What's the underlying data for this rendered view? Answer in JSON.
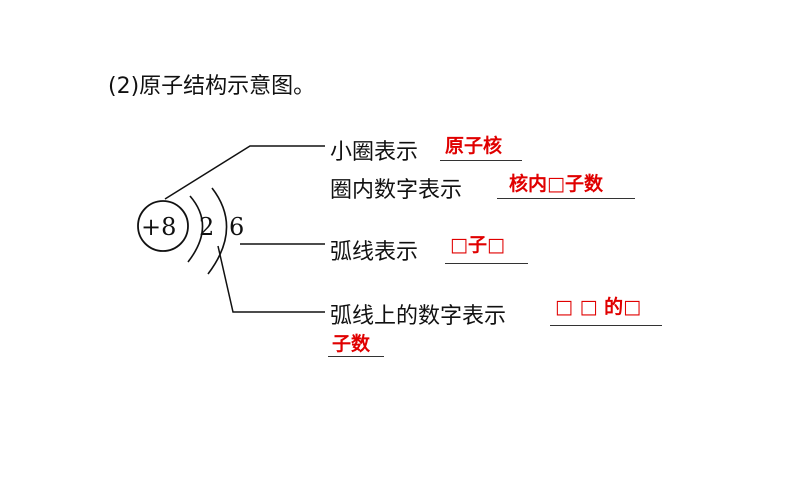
{
  "heading": "(2)原子结构示意图。",
  "diagram": {
    "nucleus": "+8",
    "shells": [
      "2",
      "6"
    ]
  },
  "rows": [
    {
      "label": "小圈表示",
      "answer": "原子核"
    },
    {
      "label": "圈内数字表示",
      "answer": "核内□子数"
    },
    {
      "label": "弧线表示",
      "answer": "□子□"
    },
    {
      "label": "弧线上的数字表示",
      "answer_line1": "□ □ 的□",
      "answer_line2": "子数"
    }
  ],
  "colors": {
    "answer": "#e00000",
    "text": "#111111"
  }
}
